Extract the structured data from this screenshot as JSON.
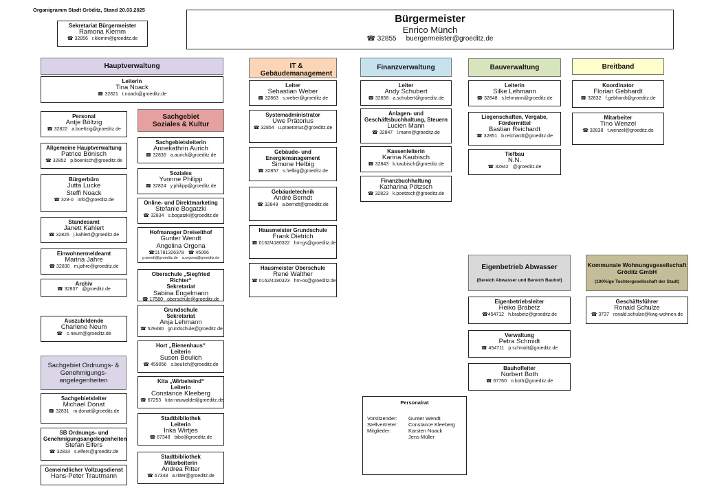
{
  "doc_title": "Organigramm Stadt Gröditz, Stand 20.03.2025",
  "mayor": {
    "title": "Bürgermeister",
    "name": "Enrico Münch",
    "phone": "☎ 32855",
    "email": "buergermeister@groeditz.de"
  },
  "secretary": {
    "title": "Sekretariat Bürgermeister",
    "name": "Ramona Klemm",
    "phone": "☎ 32856",
    "email": "r.klemm@groeditz.de"
  },
  "headers": {
    "haupt": "Hauptverwaltung",
    "it": "IT & Gebäudemanagement",
    "finanz": "Finanzverwaltung",
    "bau": "Bauverwaltung",
    "breit": "Breitband",
    "soziales": "Sachgebiet Soziales & Kultur",
    "ordnung": "Sachgebiet Ordnungs- & Genehmigungs- angelegenheiten",
    "abwasser": "Eigenbetrieb Abwasser",
    "abwasser_sub": "(Bereich Abwasser und Bereich Bauhof)",
    "kwg": "Kommunale Wohnungsgesellschaft Gröditz GmbH",
    "kwg_sub": "(100%ige Tochtergesellschaft der Stadt)"
  },
  "boxes": {
    "hv_leiter": {
      "title": "Leiterin",
      "name": "Tina Noack",
      "phone": "☎ 32821",
      "email": "t.noack@groeditz.de"
    },
    "personal": {
      "title": "Personal",
      "name": "Antje Böltzig",
      "phone": "☎ 32822",
      "email": "a.boeltzig@groeditz.de"
    },
    "allg": {
      "title": "Allgemeine Hauptverwaltung",
      "name": "Patrice Bönisch",
      "phone": "☎ 32852",
      "email": "p.boenisch@groeditz.de"
    },
    "buergerbuero": {
      "title": "Bürgerbüro",
      "name": "Jutta Lucke",
      "name2": "Steffi Noack",
      "phone": "☎ 328-0",
      "email": "info@groeditz.de"
    },
    "standesamt": {
      "title": "Standesamt",
      "name": "Janett Kahlert",
      "phone": "☎ 32826",
      "email": "j.kahlert@groeditz.de"
    },
    "einwohner": {
      "title": "Einwohnermeldeamt",
      "name": "Marina Jahre",
      "phone": "☎ 32830",
      "email": "m.jahre@groeditz.de"
    },
    "archiv": {
      "title": "Archiv",
      "phone": "☎ 32837",
      "email": "@groeditz.de"
    },
    "azubi": {
      "title": "Auszubildende",
      "name": "Charlene Neum",
      "phone": "☎",
      "email": "c.neum@groeditz.de"
    },
    "og_leiter": {
      "title": "Sachgebietsleiter",
      "name": "Michael Donat",
      "phone": "☎ 32831",
      "email": "m.donat@groeditz.de"
    },
    "sb_ordnung": {
      "title": "SB Ordnungs- und Genehmigungsangelegenheiten",
      "name": "Stefan Elfers",
      "phone": "☎ 32833",
      "email": "s.elfers@groeditz.de"
    },
    "vollzug": {
      "title": "Gemeindlicher Vollzugsdienst",
      "name": "Hans-Peter Trautmann"
    },
    "sk_leiter": {
      "title": "Sachgebietsleiterin",
      "name": "Annekathrin Aurich",
      "phone": "☎ 32836",
      "email": "a.aurich@groeditz.de"
    },
    "soziales": {
      "title": "Soziales",
      "name": "Yvonne Philipp",
      "phone": "☎ 32824",
      "email": "y.philipp@groeditz.de"
    },
    "marketing": {
      "title": "Online- und Direktmarketing",
      "name": "Stefanie Bogatzki",
      "phone": "☎ 32834",
      "email": "s.bogatzki@groeditz.de"
    },
    "hofmanager": {
      "title": "Hofmanager Dreiseithof",
      "name": "Gunter Wendt",
      "name2": "Angelina Orgona",
      "phone": "☎01781326378",
      "phone2": "☎ 45066",
      "email": "g.wendt@groeditz.de",
      "email2": "a.orgona@groeditz.de"
    },
    "oberschule": {
      "title": "Oberschule „Siegfried Richter“",
      "sub": "Sekretariat",
      "name": "Sabina Engelmann",
      "phone": "☎ 17580",
      "email": "oberschule@groeditz.de"
    },
    "grundschule": {
      "title": "Grundschule",
      "sub": "Sekretariat",
      "name": "Anja Lehmann",
      "phone": "☎ 529480",
      "email": "grundschule@groeditz.de"
    },
    "hort": {
      "title": "Hort „Bienenhaus“",
      "sub": "Leiterin",
      "name": "Susen Beulich",
      "phone": "☎ 459056",
      "email": "s.beulich@groeditz.de"
    },
    "kita": {
      "title": "Kita „Wirbelwind“",
      "sub": "Leiterin",
      "name": "Constance Kleeberg",
      "phone": "☎ 67253",
      "email": "kita-nauwalde@groeditz.de"
    },
    "bib1": {
      "title": "Stadtbibliothek",
      "sub": "Leiterin",
      "name": "Inka Wirtjes",
      "phone": "☎ 67348",
      "email": "bibo@groeditz.de"
    },
    "bib2": {
      "title": "Stadtbibliothek",
      "sub": "Mitarbeiterin",
      "name": "Andrea Ritter",
      "phone": "☎ 67348",
      "email": "a.ritter@groeditz.de"
    },
    "it_leiter": {
      "title": "Leiter",
      "name": "Sebastian Weber",
      "phone": "☎ 32863",
      "email": "s.weber@groeditz.de"
    },
    "sysadmin": {
      "title": "Systemadministrator",
      "name": "Uwe Prätorius",
      "phone": "☎ 32854",
      "email": "u.praetorius@groeditz.de"
    },
    "energie": {
      "title": "Gebäude- und Energiemanagement",
      "name": "Simone Helbig",
      "phone": "☎ 32857",
      "email": "s.helbig@groeditz.de"
    },
    "gebtech": {
      "title": "Gebäudetechnik",
      "name": "André Berndt",
      "phone": "☎ 32849",
      "email": "a.berndt@groeditz.de"
    },
    "hm_gs": {
      "title": "Hausmeister Grundschule",
      "name": "Frank Dietrich",
      "phone": "☎ 0162/4180322",
      "email": "hm-gs@groeditz.de"
    },
    "hm_os": {
      "title": "Hausmeister Oberschule",
      "name": "René Walther",
      "phone": "☎ 0162/4180323",
      "email": "hm-os@groeditz.de"
    },
    "fin_leiter": {
      "title": "Leiter",
      "name": "Andy Schubert",
      "phone": "☎ 32858",
      "email": "a.schubert@groeditz.de"
    },
    "anlagen": {
      "title": "Anlagen- und Geschäftsbuchhaltung, Steuern",
      "name": "Lucien Mann",
      "phone": "☎ 32847",
      "email": "l.mann@groeditz.de"
    },
    "kasse": {
      "title": "Kassenleiterin",
      "name": "Karina Kaubisch",
      "phone": "☎ 32843",
      "email": "k.kaubisch@groeditz.de"
    },
    "finbuch": {
      "title": "Finanzbuchhaltung",
      "name": "Katharina Pötzsch",
      "phone": "☎ 32823",
      "email": "k.poetzsch@groeditz.de"
    },
    "bau_leiter": {
      "title": "Leiterin",
      "name": "Silke Lehmann",
      "phone": "☎ 32848",
      "email": "s.lehmann@groeditz.de"
    },
    "liegen": {
      "title": "Liegenschaften, Vergabe, Fördermittel",
      "name": "Bastian Reichardt",
      "phone": "☎ 32851",
      "email": "b.reichardt@groeditz.de"
    },
    "tiefbau": {
      "title": "Tiefbau",
      "name": "N.N.",
      "phone": "☎ 32842",
      "email": "@groeditz.de"
    },
    "koord": {
      "title": "Koordinator",
      "name": "Florian Gebhardt",
      "phone": "☎ 32832",
      "email": "f.gebhardt@groeditz.de"
    },
    "mitarb": {
      "title": "Mitarbeiter",
      "name": "Tino Wenzel",
      "phone": "☎ 32838",
      "email": "t.wenzel@groeditz.de"
    },
    "ew_leiter": {
      "title": "Eigenbetriebsleiter",
      "name": "Heiko Brabetz",
      "phone": "☎454712",
      "email": "h.brabetz@groeditz.de"
    },
    "verwaltung": {
      "title": "Verwaltung",
      "name": "Petra Schmidt",
      "phone": "☎ 454711",
      "email": "p.schmidt@groeditz.de"
    },
    "bauhof": {
      "title": "Bauhofleiter",
      "name": "Norbert Both",
      "phone": "☎ 67760",
      "email": "n.both@groeditz.de"
    },
    "gf": {
      "title": "Geschäftsführer",
      "name": "Ronald Schulze",
      "phone": "☎ 3737",
      "email": "ronald.schulze@kwg-wohnen.de"
    }
  },
  "personalrat": {
    "title": "Personalrat",
    "rows": [
      {
        "role": "Vorsitzender:",
        "name": "Gunter Wendt"
      },
      {
        "role": "Stellvertreter:",
        "name": "Constance Kleeberg"
      },
      {
        "role": "Mitglieder:",
        "name": "Karsten Noack"
      },
      {
        "role": "",
        "name": "Jens Müller"
      }
    ]
  },
  "colors": {
    "haupt": "#d9d2e9",
    "it": "#fbd5b5",
    "finanz": "#c6e2ee",
    "bau": "#d8e4bc",
    "breit": "#ffffcc",
    "soziales": "#e6a0a0",
    "ordnung": "#dad6e8",
    "abwasser": "#d9d9d9",
    "kwg": "#c4bd97"
  }
}
